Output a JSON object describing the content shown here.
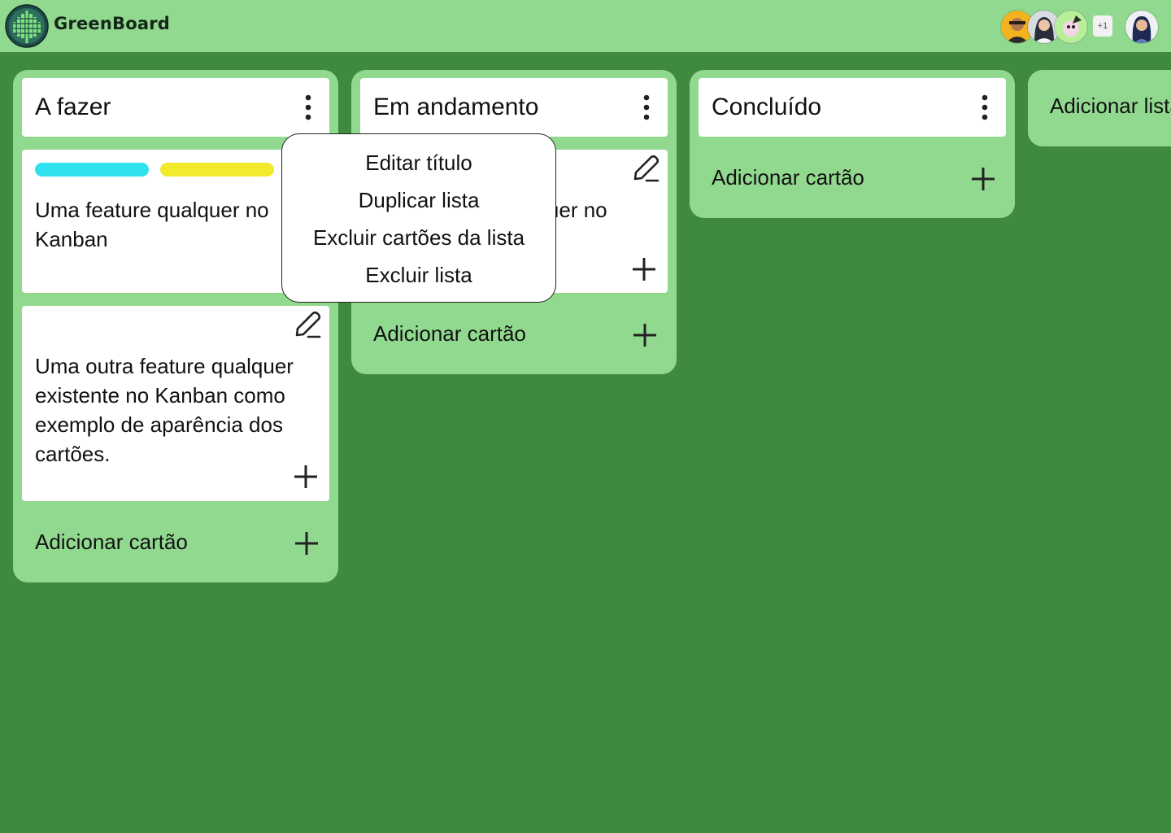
{
  "header": {
    "brand": "GreenBoard",
    "members_more": "+1"
  },
  "lists": [
    {
      "title": "A fazer",
      "cards": [
        {
          "labels": [
            "#30e2f0",
            "#f3ea2e"
          ],
          "text": "Uma feature qualquer no Kanban"
        },
        {
          "labels": [],
          "text": "Uma outra feature qualquer existente no Kanban como exemplo de aparência dos cartões."
        }
      ],
      "add_card": "Adicionar cartão"
    },
    {
      "title": "Em andamento",
      "cards": [
        {
          "labels": [],
          "text": "Uma feature qualquer no Kanban"
        }
      ],
      "add_card": "Adicionar cartão"
    },
    {
      "title": "Concluído",
      "cards": [],
      "add_card": "Adicionar cartão"
    }
  ],
  "add_list": "Adicionar lista",
  "context_menu": {
    "items": [
      "Editar título",
      "Duplicar lista",
      "Excluir cartões da lista",
      "Excluir lista"
    ]
  },
  "colors": {
    "background": "#3f8a3e",
    "header": "#92d990",
    "list": "#92d990",
    "card": "#ffffff"
  },
  "icons": {
    "logo": "greenboard-logo-icon",
    "list_menu": "kebab-menu-icon",
    "edit": "pencil-icon",
    "add": "plus-icon"
  }
}
